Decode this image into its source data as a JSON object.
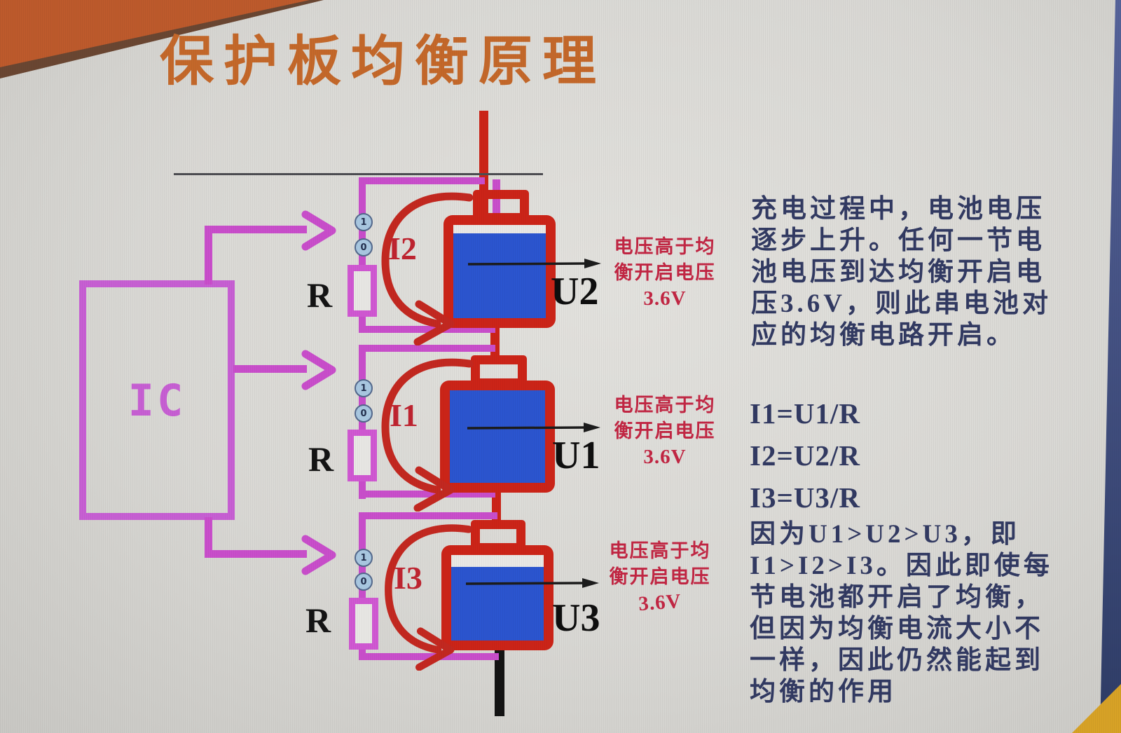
{
  "title": "保护板均衡原理",
  "diagram": {
    "ic_label": "IC",
    "cells": [
      {
        "current": "I2",
        "voltage": "U2",
        "resistor": "R",
        "switch_top": "1",
        "switch_bottom": "0",
        "annotation_line1": "电压高于均",
        "annotation_line2": "衡开启电压",
        "annotation_line3": "3.6V"
      },
      {
        "current": "I1",
        "voltage": "U1",
        "resistor": "R",
        "switch_top": "1",
        "switch_bottom": "0",
        "annotation_line1": "电压高于均",
        "annotation_line2": "衡开启电压",
        "annotation_line3": "3.6V"
      },
      {
        "current": "I3",
        "voltage": "U3",
        "resistor": "R",
        "switch_top": "1",
        "switch_bottom": "0",
        "annotation_line1": "电压高于均",
        "annotation_line2": "衡开启电压",
        "annotation_line3": "3.6V"
      }
    ]
  },
  "notes": {
    "paragraph1_lines": [
      "充电过程中，电池电压",
      "逐步上升。任何一节电",
      "池电压到达均衡开启电",
      "压3.6V，则此串电池对",
      "应的均衡电路开启。"
    ],
    "equations": [
      "I1=U1/R",
      "I2=U2/R",
      "I3=U3/R"
    ],
    "paragraph2_lines": [
      "因为U1>U2>U3，即",
      "I1>I2>I3。因此即使每",
      "节电池都开启了均衡，",
      "但因为均衡电流大小不",
      "一样，因此仍然能起到",
      "均衡的作用"
    ]
  },
  "colors": {
    "title_orange": "#c4682a",
    "wire_magenta": "#c94ecb",
    "battery_red": "#cc2418",
    "battery_blue": "#2b55cf",
    "label_crimson": "#c22643",
    "note_navy": "#323a62"
  }
}
